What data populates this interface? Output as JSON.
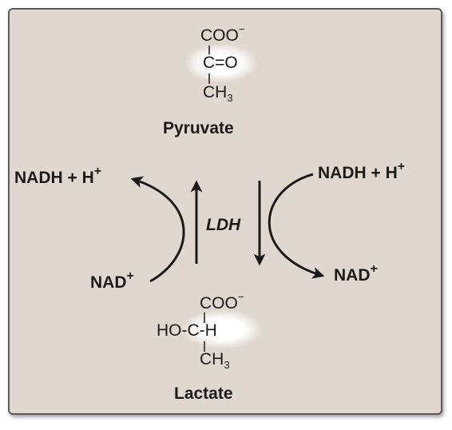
{
  "pyruvate": {
    "top_group": "COO",
    "top_charge": "−",
    "carbonyl": "C=O",
    "methyl": "CH",
    "methyl_sub": "3",
    "name": "Pyruvate"
  },
  "lactate": {
    "top_group": "COO",
    "top_charge": "−",
    "middle": "HO-C-H",
    "methyl": "CH",
    "methyl_sub": "3",
    "name": "Lactate"
  },
  "cofactors": {
    "left_top": "NADH + H",
    "left_top_sup": "+",
    "left_bottom": "NAD",
    "left_bottom_sup": "+",
    "right_top": "NADH + H",
    "right_top_sup": "+",
    "right_bottom": "NAD",
    "right_bottom_sup": "+"
  },
  "enzyme": "LDH",
  "colors": {
    "panel": "#e0d8ce",
    "ink": "#1a1a1a",
    "glow": "#ffffff",
    "border": "#5a5a5a"
  }
}
